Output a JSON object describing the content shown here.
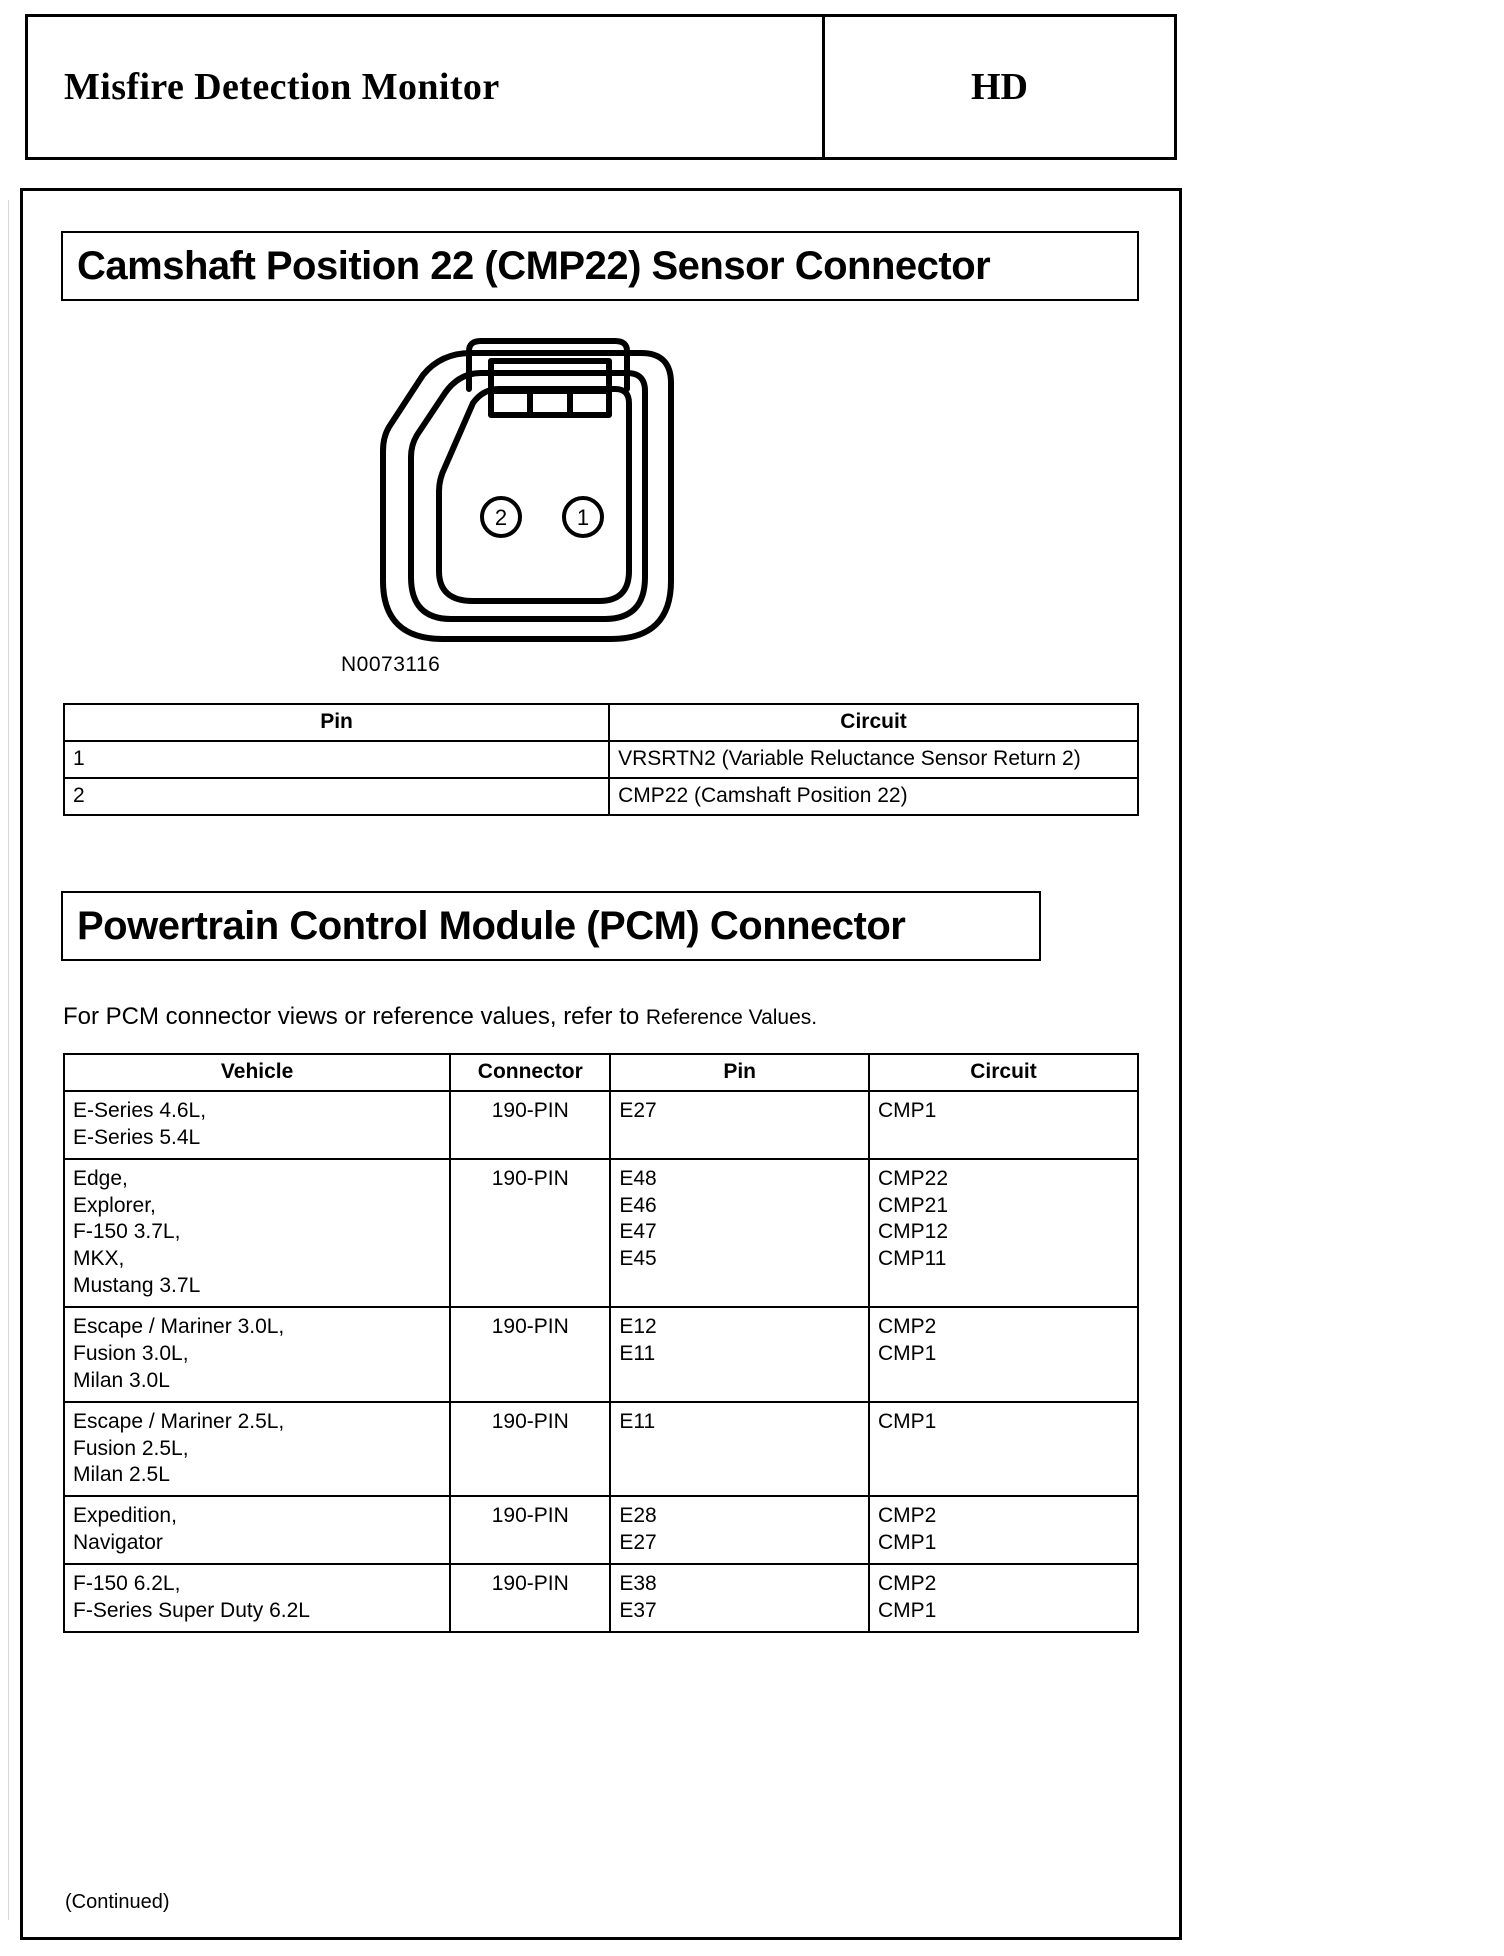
{
  "header": {
    "title": "Misfire Detection Monitor",
    "code": "HD"
  },
  "sections": {
    "cmp_heading": "Camshaft Position 22 (CMP22) Sensor Connector",
    "pcm_heading": "Powertrain Control Module (PCM) Connector"
  },
  "connector_diagram": {
    "figure_id": "N0073116",
    "pin_markers": [
      "2",
      "1"
    ]
  },
  "pin_table": {
    "headers": [
      "Pin",
      "Circuit"
    ],
    "rows": [
      {
        "pin": "1",
        "circuit": "VRSRTN2 (Variable Reluctance Sensor Return 2)"
      },
      {
        "pin": "2",
        "circuit": "CMP22 (Camshaft Position 22)"
      }
    ]
  },
  "note": {
    "text_main": "For PCM connector views or reference values, refer to ",
    "text_ref": "Reference Values."
  },
  "vehicle_table": {
    "headers": [
      "Vehicle",
      "Connector",
      "Pin",
      "Circuit"
    ],
    "rows": [
      {
        "vehicle": "E-Series 4.6L,\nE-Series 5.4L",
        "connector": "190-PIN",
        "pin": "E27",
        "circuit": "CMP1"
      },
      {
        "vehicle": "Edge,\nExplorer,\nF-150 3.7L,\nMKX,\nMustang 3.7L",
        "connector": "190-PIN",
        "pin": "E48\nE46\nE47\nE45",
        "circuit": "CMP22\nCMP21\nCMP12\nCMP11"
      },
      {
        "vehicle": "Escape / Mariner 3.0L,\nFusion 3.0L,\nMilan 3.0L",
        "connector": "190-PIN",
        "pin": "E12\nE11",
        "circuit": "CMP2\nCMP1"
      },
      {
        "vehicle": "Escape / Mariner 2.5L,\nFusion 2.5L,\nMilan 2.5L",
        "connector": "190-PIN",
        "pin": "E11",
        "circuit": "CMP1"
      },
      {
        "vehicle": "Expedition,\nNavigator",
        "connector": "190-PIN",
        "pin": "E28\nE27",
        "circuit": "CMP2\nCMP1"
      },
      {
        "vehicle": "F-150 6.2L,\nF-Series Super Duty 6.2L",
        "connector": "190-PIN",
        "pin": "E38\nE37",
        "circuit": "CMP2\nCMP1"
      }
    ]
  },
  "footer": {
    "continued": "(Continued)"
  }
}
